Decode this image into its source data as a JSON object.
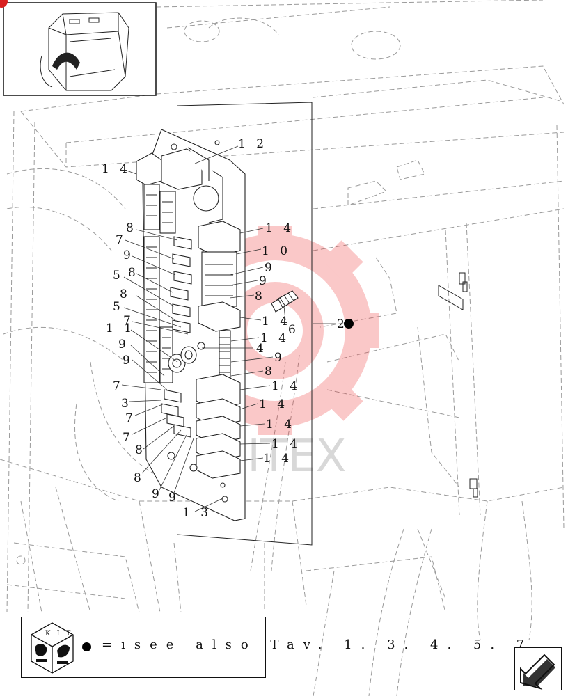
{
  "callouts": {
    "c12": "1 2",
    "c14a": "1 4",
    "c8a": "8",
    "c14b": "1 4",
    "c7a": "7",
    "c10": "1 0",
    "c9a": "9",
    "c9b": "9",
    "c8b": "8",
    "c9c": "9",
    "c8c": "8",
    "c5a": "5",
    "c8d": "8",
    "c5b": "5",
    "c14c": "1 4",
    "c6": "6",
    "c2": "2",
    "c7b": "7",
    "c14d": "1 4",
    "c11": "1 1",
    "c4": "4",
    "c9d": "9",
    "c9e": "9",
    "c9f": "9",
    "c8e": "8",
    "c7c": "7",
    "c14e": "1 4",
    "c3": "3",
    "c14f": "1 4",
    "c7d": "7",
    "c14g": "1 4",
    "c7e": "7",
    "c14h": "1 4",
    "c8f": "8",
    "c14i": "1 4",
    "c8g": "8",
    "c9g": "9",
    "c9h": "9",
    "c13": "1 3"
  },
  "legend": {
    "kit_label": "K I T",
    "text": "=ısee also Tav. 1. 3. 4. 5. 7."
  },
  "watermark": "MITEX",
  "colors": {
    "watermark": "#f03c3c",
    "line": "#222222",
    "hidden_line": "#9a9a9a"
  }
}
